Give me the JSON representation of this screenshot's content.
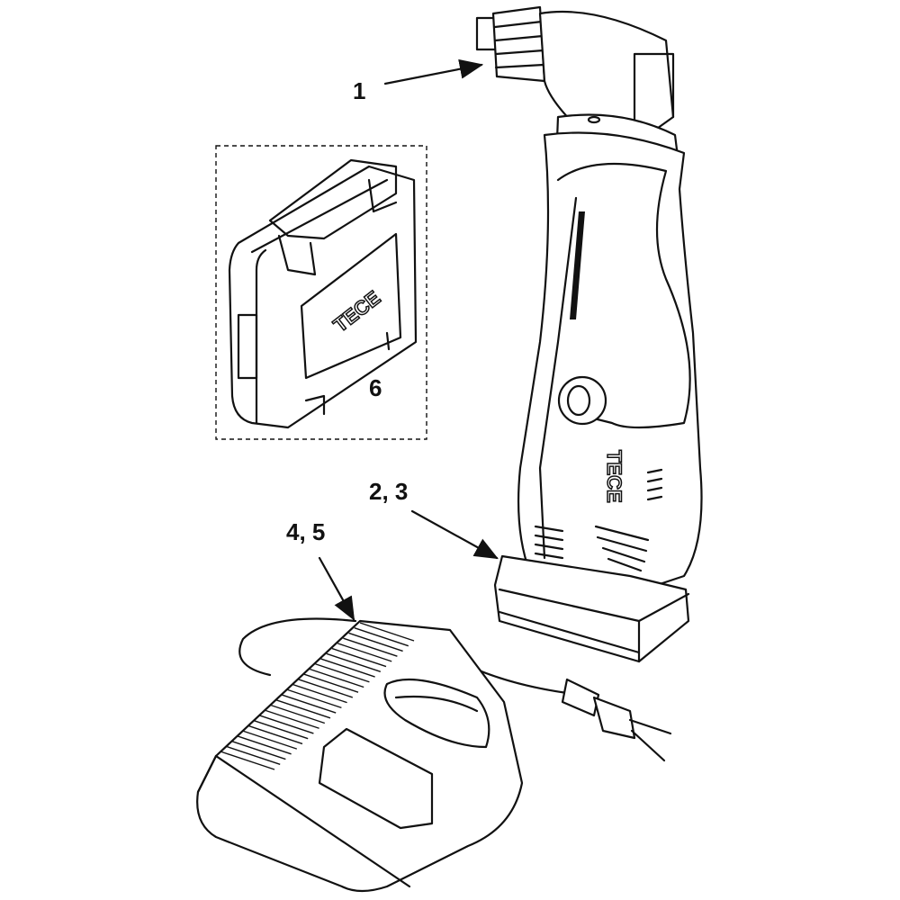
{
  "labels": {
    "tool_head": "1",
    "battery": "2, 3",
    "charger": "4, 5",
    "case": "6"
  },
  "branding": {
    "case_logo": "TECE",
    "tool_logo": "TECE"
  },
  "colors": {
    "line": "#111111",
    "background": "#ffffff"
  }
}
